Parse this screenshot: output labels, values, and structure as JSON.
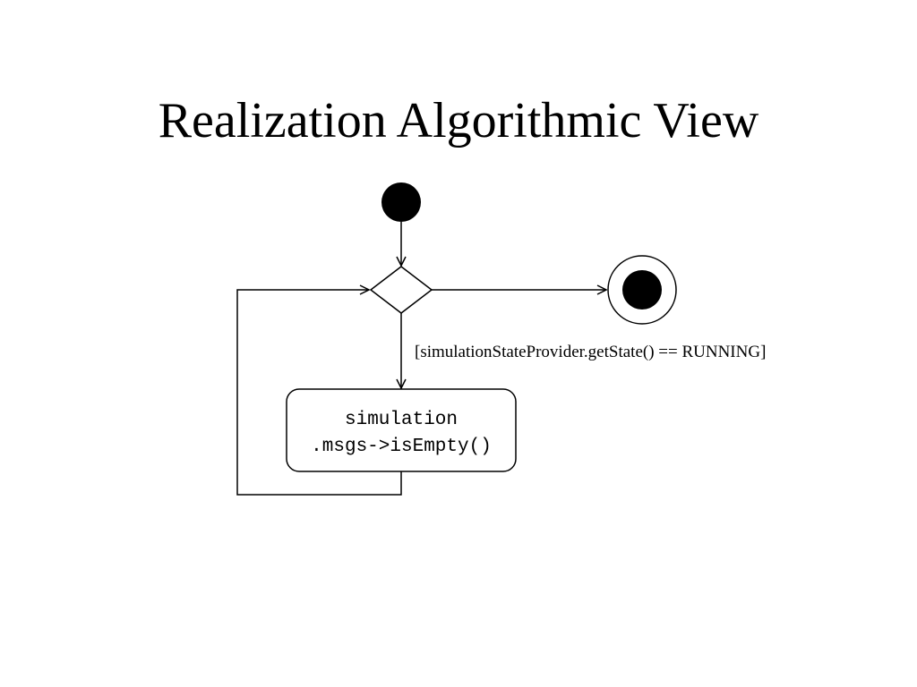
{
  "slide": {
    "title": "Realization Algorithmic View"
  },
  "diagram": {
    "guard_label": "[simulationStateProvider.getState() == RUNNING]",
    "action_node": {
      "line1": "simulation",
      "line2": ".msgs->isEmpty()"
    }
  }
}
